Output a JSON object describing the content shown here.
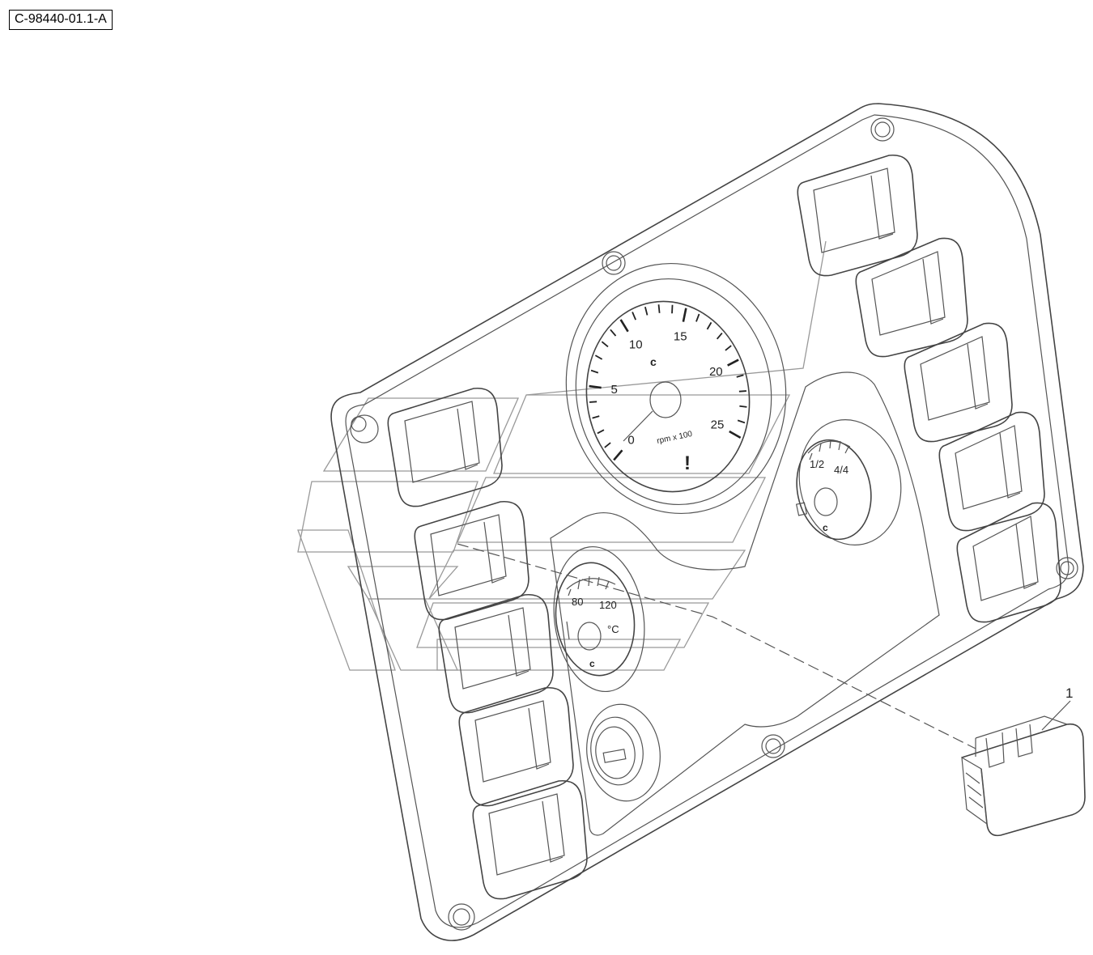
{
  "figure_id": "C-98440-01.1-A",
  "callouts": [
    {
      "label": "1"
    }
  ],
  "tachometer": {
    "scale_labels": [
      "0",
      "5",
      "10",
      "15",
      "20",
      "25"
    ],
    "unit": "rpm x 100",
    "warning_symbol": "!"
  },
  "fuel_gauge": {
    "labels": [
      "1/2",
      "4/4"
    ]
  },
  "temp_gauge": {
    "labels": [
      "80",
      "120"
    ],
    "unit": "°C"
  }
}
